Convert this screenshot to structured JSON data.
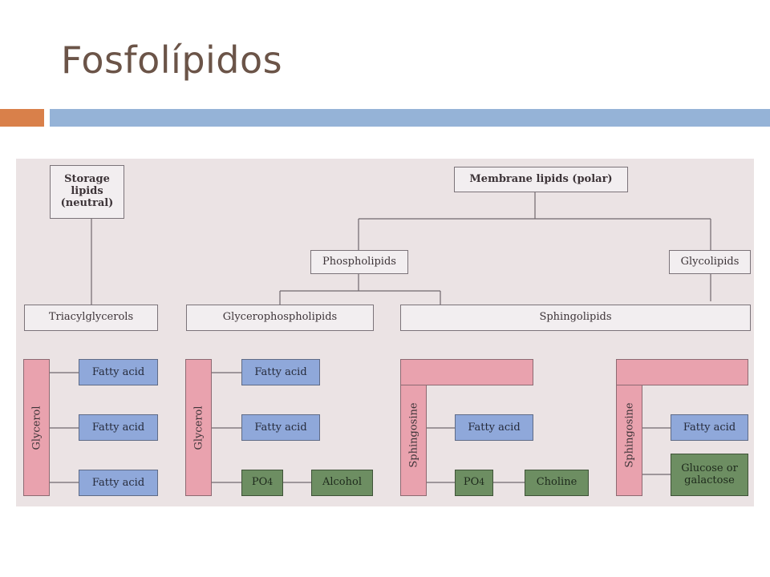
{
  "slide": {
    "title": "Fosfolípidos"
  },
  "diagram": {
    "storage_lipids": "Storage lipids (neutral)",
    "membrane_lipids": "Membrane lipids (polar)",
    "phospholipids": "Phospholipids",
    "glycolipids": "Glycolipids",
    "triacylglycerols": "Triacylglycerols",
    "glycerophospholipids": "Glycerophospholipids",
    "sphingolipids": "Sphingolipids",
    "glycerol": "Glycerol",
    "sphingosine": "Sphingosine",
    "fatty_acid": "Fatty acid",
    "po4": "PO",
    "po4_subscript": "4",
    "alcohol": "Alcohol",
    "choline": "Choline",
    "sugar": "Glucose or galactose"
  },
  "colors": {
    "title": "#6b5448",
    "accent_orange": "#d9804a",
    "accent_blue": "#95b3d7",
    "backbone_pink": "#e9a2ae",
    "fatty_acid_blue": "#8fa8da",
    "head_group_green": "#6d8e62"
  }
}
